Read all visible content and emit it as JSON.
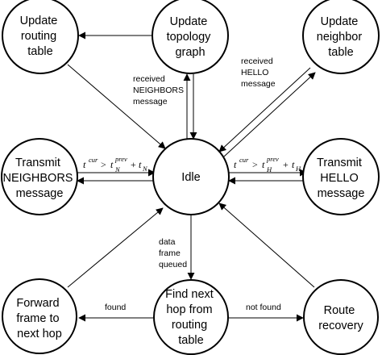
{
  "nodes": {
    "update_routing_table": [
      "Update",
      "routing",
      "table"
    ],
    "update_topology_graph": [
      "Update",
      "topology",
      "graph"
    ],
    "update_neighbor_table": [
      "Update",
      "neighbor",
      "table"
    ],
    "transmit_neighbors_message": [
      "Transmit",
      "NEIGHBORS",
      "message"
    ],
    "idle": [
      "Idle"
    ],
    "transmit_hello_message": [
      "Transmit",
      "HELLO",
      "message"
    ],
    "forward_frame": [
      "Forward",
      "frame to",
      "next hop"
    ],
    "find_next_hop": [
      "Find next",
      "hop from",
      "routing",
      "table"
    ],
    "route_recovery": [
      "Route",
      "recovery"
    ]
  },
  "edges": {
    "received_neighbors": [
      "received",
      "NEIGHBORS",
      "message"
    ],
    "received_hello": [
      "received",
      "HELLO",
      "message"
    ],
    "data_frame_queued": [
      "data",
      "frame",
      "queued"
    ],
    "found": "found",
    "not_found": "not found",
    "neighbors_condition": {
      "t": "t",
      "cur": "cur",
      "gt": ">",
      "prev": "prev",
      "sub": "N",
      "plus": "+"
    },
    "hello_condition": {
      "t": "t",
      "cur": "cur",
      "gt": ">",
      "prev": "prev",
      "sub": "H",
      "plus": "+"
    }
  }
}
